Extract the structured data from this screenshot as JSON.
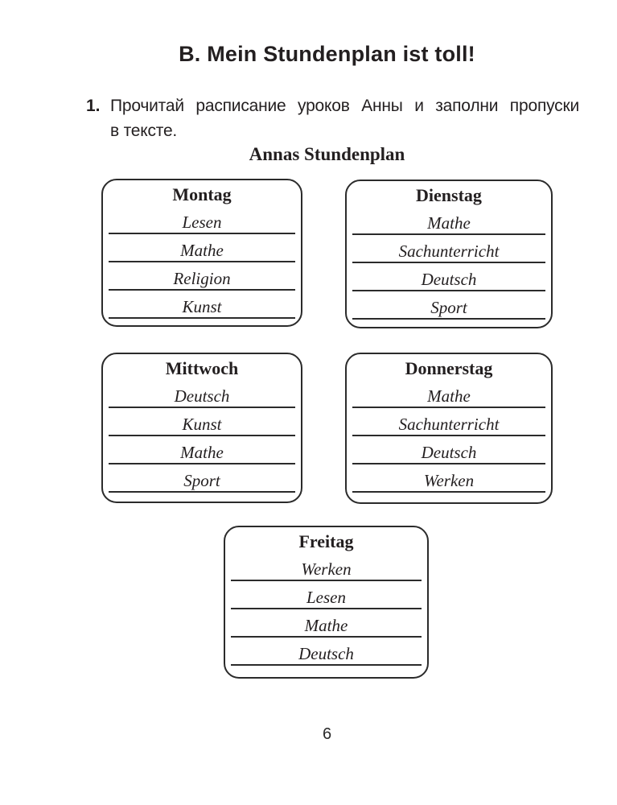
{
  "page": {
    "title": "B. Mein Stundenplan ist toll!",
    "page_number": "6"
  },
  "exercise": {
    "number": "1.",
    "instruction_line1": "Прочитай расписание уроков Анны и заполни пропуски",
    "instruction_line2": "в тексте.",
    "schedule_title": "Annas Stundenplan"
  },
  "schedule": {
    "days": [
      {
        "name": "Montag",
        "subjects": [
          "Lesen",
          "Mathe",
          "Religion",
          "Kunst"
        ]
      },
      {
        "name": "Dienstag",
        "subjects": [
          "Mathe",
          "Sachunterricht",
          "Deutsch",
          "Sport"
        ]
      },
      {
        "name": "Mittwoch",
        "subjects": [
          "Deutsch",
          "Kunst",
          "Mathe",
          "Sport"
        ]
      },
      {
        "name": "Donnerstag",
        "subjects": [
          "Mathe",
          "Sachunterricht",
          "Deutsch",
          "Werken"
        ]
      },
      {
        "name": "Freitag",
        "subjects": [
          "Werken",
          "Lesen",
          "Mathe",
          "Deutsch"
        ]
      }
    ]
  },
  "colors": {
    "text": "#231f20",
    "line": "#2b2b2b",
    "background": "#ffffff"
  }
}
